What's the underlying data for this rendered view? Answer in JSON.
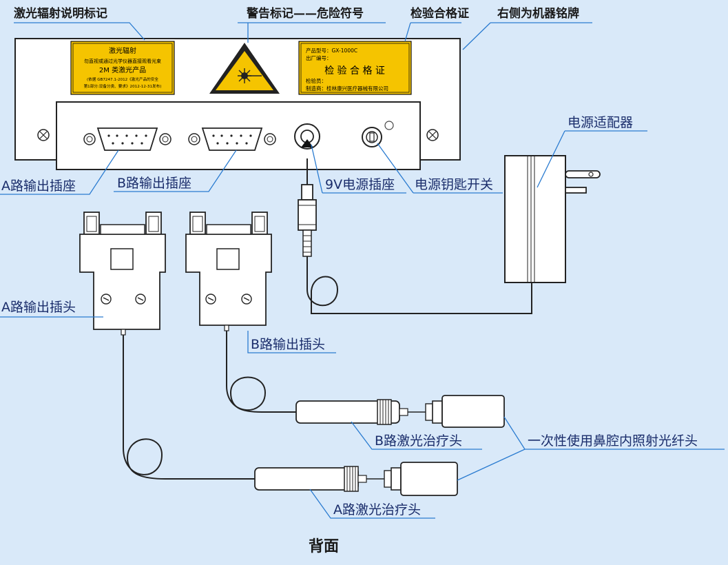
{
  "caption": "背面",
  "headers": {
    "laser_radiation_label": "激光辐射说明标记",
    "warning_mark": "警告标记——危险符号",
    "inspection_certificate": "检验合格证",
    "nameplate_right": "右侧为机器铭牌"
  },
  "laser_plate": {
    "title": "激光辐射",
    "line1": "勿直视或通过光学仪器直接观看光束",
    "line2": "2M 类激光产品",
    "line3": "(依据 GB7247.1-2012《激光产品的安全",
    "line4": "第1部分:设备分类、要求》2012-12-31发布)"
  },
  "cert_plate": {
    "model": "产品型号：GX-1000C",
    "serial": "出厂编号：",
    "title": "检 验 合 格 证",
    "inspector": "检验员：",
    "maker": "制造商：桂林康兴医疗器械有限公司"
  },
  "callouts": {
    "socket_a": "A路输出插座",
    "socket_b": "B路输出插座",
    "power_jack": "9V电源插座",
    "key_switch": "电源钥匙开关",
    "adapter": "电源适配器",
    "plug_a": "A路输出插头",
    "plug_b": "B路输出插头",
    "head_b": "B路激光治疗头",
    "head_a": "A路激光治疗头",
    "fiber": "一次性使用鼻腔内照射光纤头"
  },
  "colors": {
    "background": "#d9e9f9",
    "plate_yellow": "#f5c400",
    "line_blue": "#2a7bd0",
    "text_blue": "#1a2d6b"
  }
}
